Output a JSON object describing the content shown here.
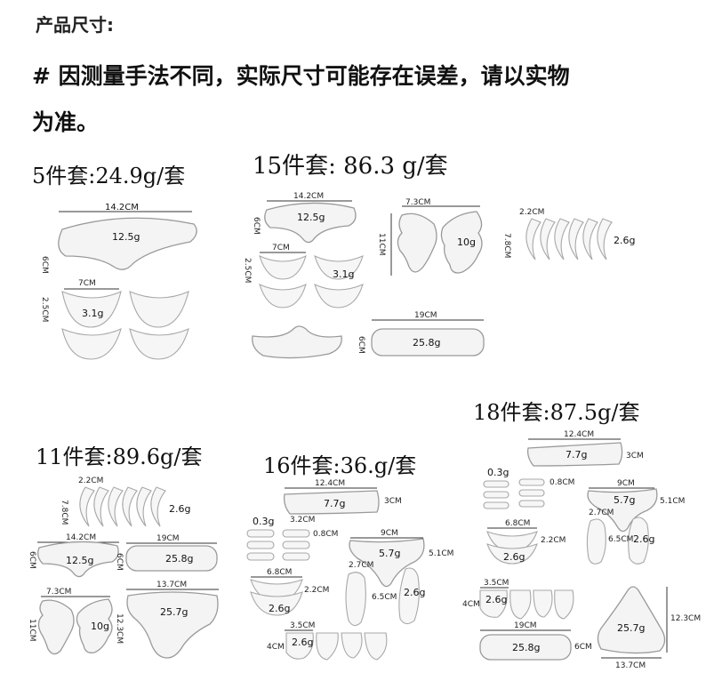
{
  "header": {
    "title": "产品尺寸:",
    "notice_line1": "# 因测量手法不同，实际尺寸可能存在误差，请以实物",
    "notice_line2": "为准。"
  },
  "sets": {
    "s5": {
      "title": "5件套:24.9g/套",
      "w_len": "14.2CM",
      "w_h": "6CM",
      "w_weight": "12.5g",
      "c_len": "7CM",
      "c_h": "2.5CM",
      "c_weight": "3.1g"
    },
    "s15": {
      "title": "15件套: 86.3 g/套",
      "f_len": "14.2CM",
      "f_h": "6CM",
      "f_weight": "12.5g",
      "c_len": "7CM",
      "c_h": "2.5CM",
      "c_weight": "3.1g",
      "b_len": "7.3CM",
      "b_h": "11CM",
      "b_weight": "10g",
      "m_len": "2.2CM",
      "m_h": "7.8CM",
      "m_weight": "2.6g",
      "l_len": "19CM",
      "l_h": "6CM",
      "l_weight": "25.8g"
    },
    "s11": {
      "title": "11件套:89.6g/套",
      "m_len": "2.2CM",
      "m_h": "7.8CM",
      "m_weight": "2.6g",
      "f_len": "14.2CM",
      "f_h": "6CM",
      "f_weight": "12.5g",
      "l_len": "19CM",
      "l_h": "6CM",
      "l_weight": "25.8g",
      "b_len": "7.3CM",
      "b_h": "11CM",
      "b_weight": "10g",
      "t_len": "13.7CM",
      "t_h": "12.3CM",
      "t_weight": "25.7g"
    },
    "s16": {
      "title": "16件套:36.g/套",
      "top_len": "12.4CM",
      "top_h": "3CM",
      "top_weight": "7.7g",
      "sm_weight": "0.3g",
      "sm_len": "3.2CM",
      "sm_h": "0.8CM",
      "v_len": "9CM",
      "v_h": "5.1CM",
      "v_weight": "5.7g",
      "c_len": "6.8CM",
      "c_h": "2.2CM",
      "c_weight": "2.6g",
      "s_len": "2.7CM",
      "s_h": "6.5CM",
      "s_weight": "2.6g",
      "p_len": "3.5CM",
      "p_h": "4CM",
      "p_weight": "2.6g"
    },
    "s18": {
      "title": "18件套:87.5g/套",
      "top_len": "12.4CM",
      "top_h": "3CM",
      "top_weight": "7.7g",
      "sm_weight": "0.3g",
      "sm_h": "0.8CM",
      "v_len": "9CM",
      "v_h": "5.1CM",
      "v_weight": "5.7g",
      "c_len": "6.8CM",
      "c_h": "2.2CM",
      "c_weight": "2.6g",
      "s_len": "2.7CM",
      "s_h": "6.5CM",
      "s_weight": "2.6g",
      "p_len": "3.5CM",
      "p_h": "4CM",
      "p_weight": "2.6g",
      "l_len": "19CM",
      "l_h": "6CM",
      "l_weight": "25.8g",
      "t_len": "13.7CM",
      "t_h": "12.3CM",
      "t_weight": "25.7g"
    }
  }
}
